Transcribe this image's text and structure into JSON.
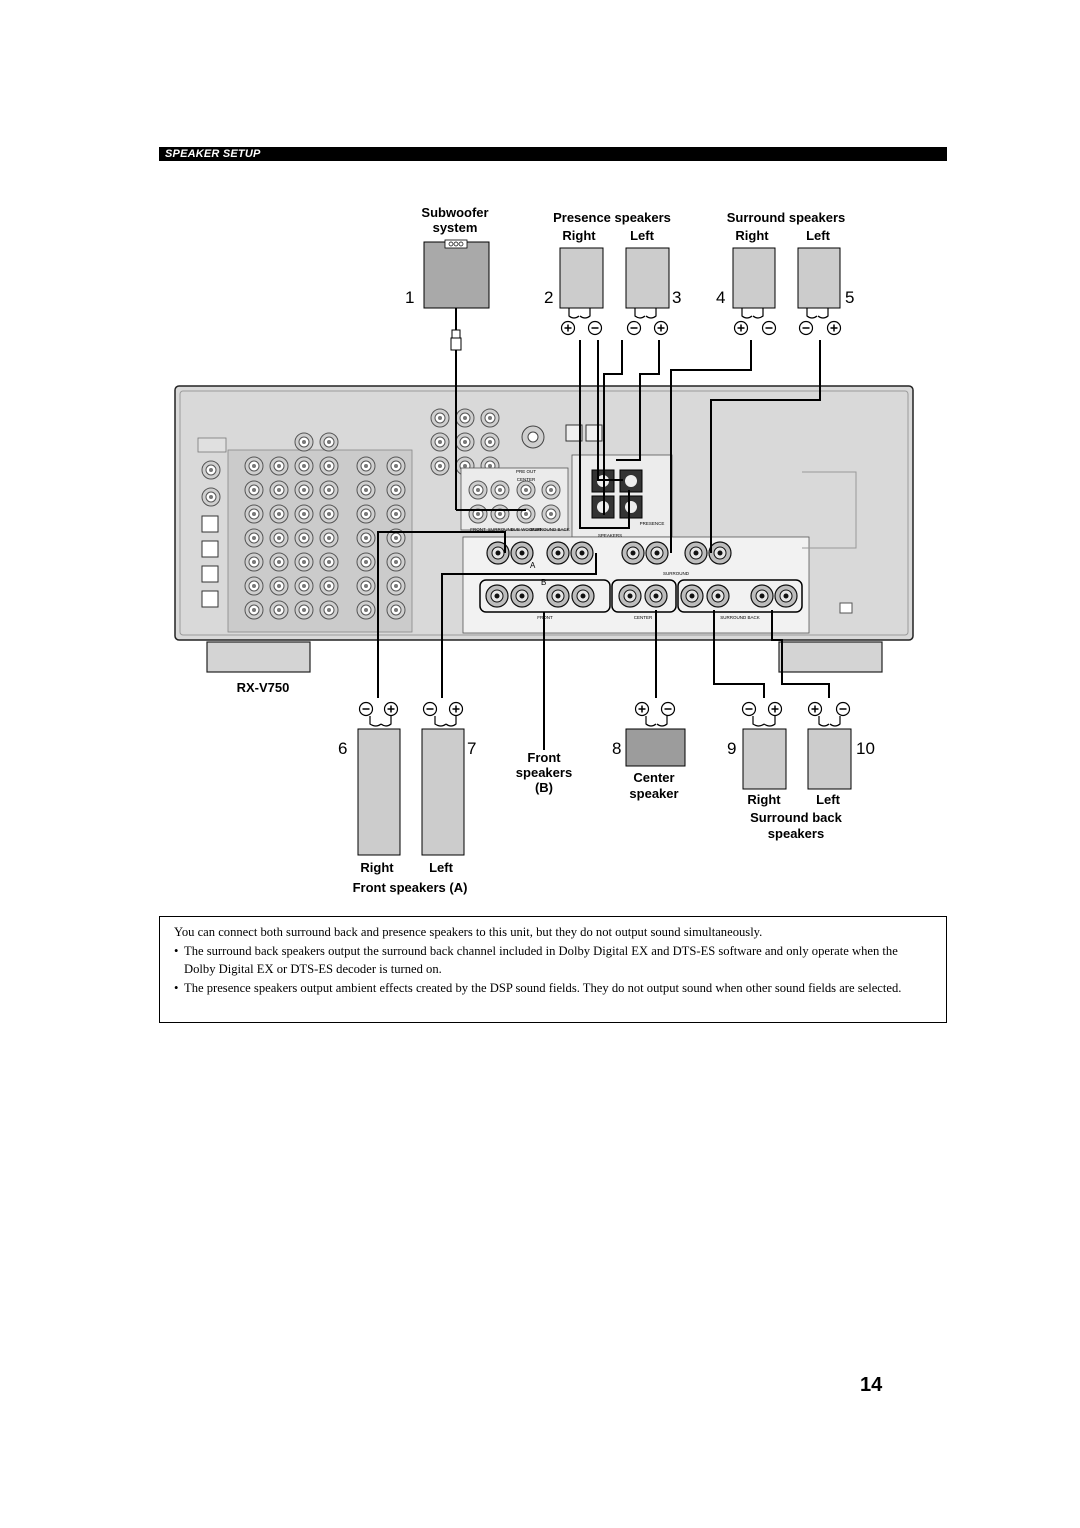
{
  "section_title": "SPEAKER SETUP",
  "diagram": {
    "subwoofer": {
      "line1": "Subwoofer",
      "line2": "system",
      "number": "1"
    },
    "presence": {
      "title": "Presence speakers",
      "right": "Right",
      "left": "Left",
      "right_number": "2",
      "left_number": "3"
    },
    "surround": {
      "title": "Surround speakers",
      "right": "Right",
      "left": "Left",
      "right_number": "4",
      "left_number": "5"
    },
    "model": "RX-V750",
    "front_a": {
      "right_number": "6",
      "left_number": "7",
      "right": "Right",
      "left": "Left",
      "caption": "Front speakers (A)"
    },
    "front_b": {
      "line1": "Front",
      "line2": "speakers",
      "line3": "(B)"
    },
    "center": {
      "number": "8",
      "line1": "Center",
      "line2": "speaker"
    },
    "surround_back": {
      "right_number": "9",
      "left_number": "10",
      "right": "Right",
      "left": "Left",
      "line1": "Surround back",
      "line2": "speakers"
    },
    "panel_labels": {
      "pre_out": "PRE OUT",
      "center_small": "CENTER",
      "front_small": "FRONT",
      "surround_small": "SURROUND",
      "subwoofer_small": "SUB WOOFER",
      "sb_small": "SURROUND BACK",
      "presence_small": "PRESENCE",
      "speakers_small": "SPEAKERS",
      "a": "A",
      "b": "B",
      "surround_term": "SURROUND",
      "front_term": "FRONT",
      "center_term": "CENTER",
      "sb_term": "SURROUND BACK"
    }
  },
  "note": {
    "intro": "You can connect both surround back and presence speakers to this unit, but they do not output sound simultaneously.",
    "bullets": [
      "The surround back speakers output the surround back channel included in Dolby Digital EX and DTS-ES software and only operate when the Dolby Digital EX or DTS-ES decoder is turned on.",
      "The presence speakers output ambient effects created by the DSP sound fields. They do not output sound when other sound fields are selected."
    ]
  },
  "page_number": "14"
}
